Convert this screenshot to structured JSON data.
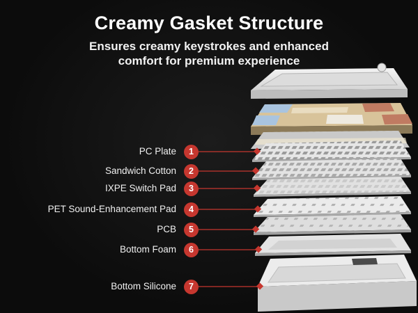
{
  "header": {
    "title": "Creamy Gasket Structure",
    "subtitle_line1": "Ensures creamy keystrokes and enhanced",
    "subtitle_line2": "comfort for premium experience"
  },
  "layers": [
    {
      "number": "1",
      "label": "PC Plate"
    },
    {
      "number": "2",
      "label": "Sandwich Cotton"
    },
    {
      "number": "3",
      "label": "IXPE Switch Pad"
    },
    {
      "number": "4",
      "label": "PET Sound-Enhancement Pad"
    },
    {
      "number": "5",
      "label": "PCB"
    },
    {
      "number": "6",
      "label": "Bottom Foam"
    },
    {
      "number": "7",
      "label": "Bottom Silicone"
    }
  ],
  "colors": {
    "background": "#0f0f0f",
    "badge": "#c6372f",
    "connector": "#c6372f",
    "text": "#ffffff"
  }
}
